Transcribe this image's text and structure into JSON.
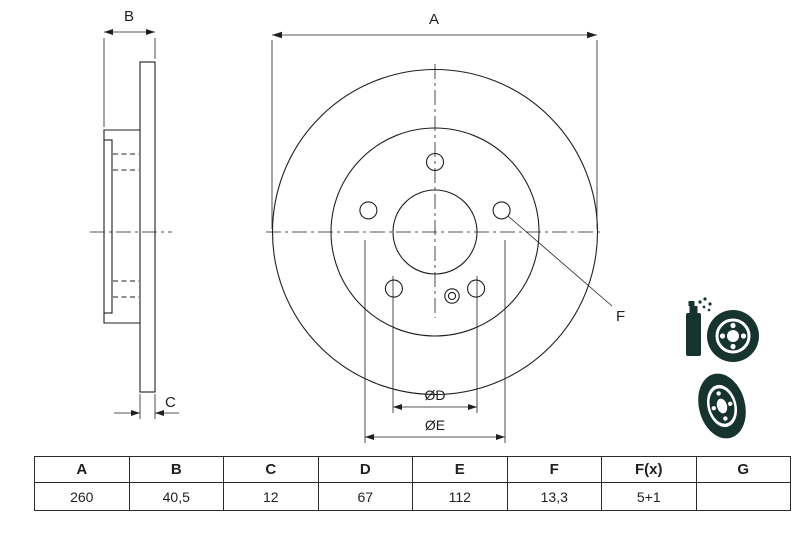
{
  "colors": {
    "line": "#1f1f1f",
    "icon": "#17332e",
    "table_border": "#2b2b2b"
  },
  "drawing": {
    "dimension_labels": {
      "a": "A",
      "b": "B",
      "c": "C",
      "f": "F",
      "dia_d": "ØD",
      "dia_e": "ØE"
    },
    "icons": [
      "spray-can-icon",
      "disc-front-icon",
      "disc-perspective-icon"
    ]
  },
  "table": {
    "headers": [
      "A",
      "B",
      "C",
      "D",
      "E",
      "F",
      "F(x)",
      "G"
    ],
    "values": [
      "260",
      "40,5",
      "12",
      "67",
      "112",
      "13,3",
      "5+1",
      ""
    ]
  }
}
